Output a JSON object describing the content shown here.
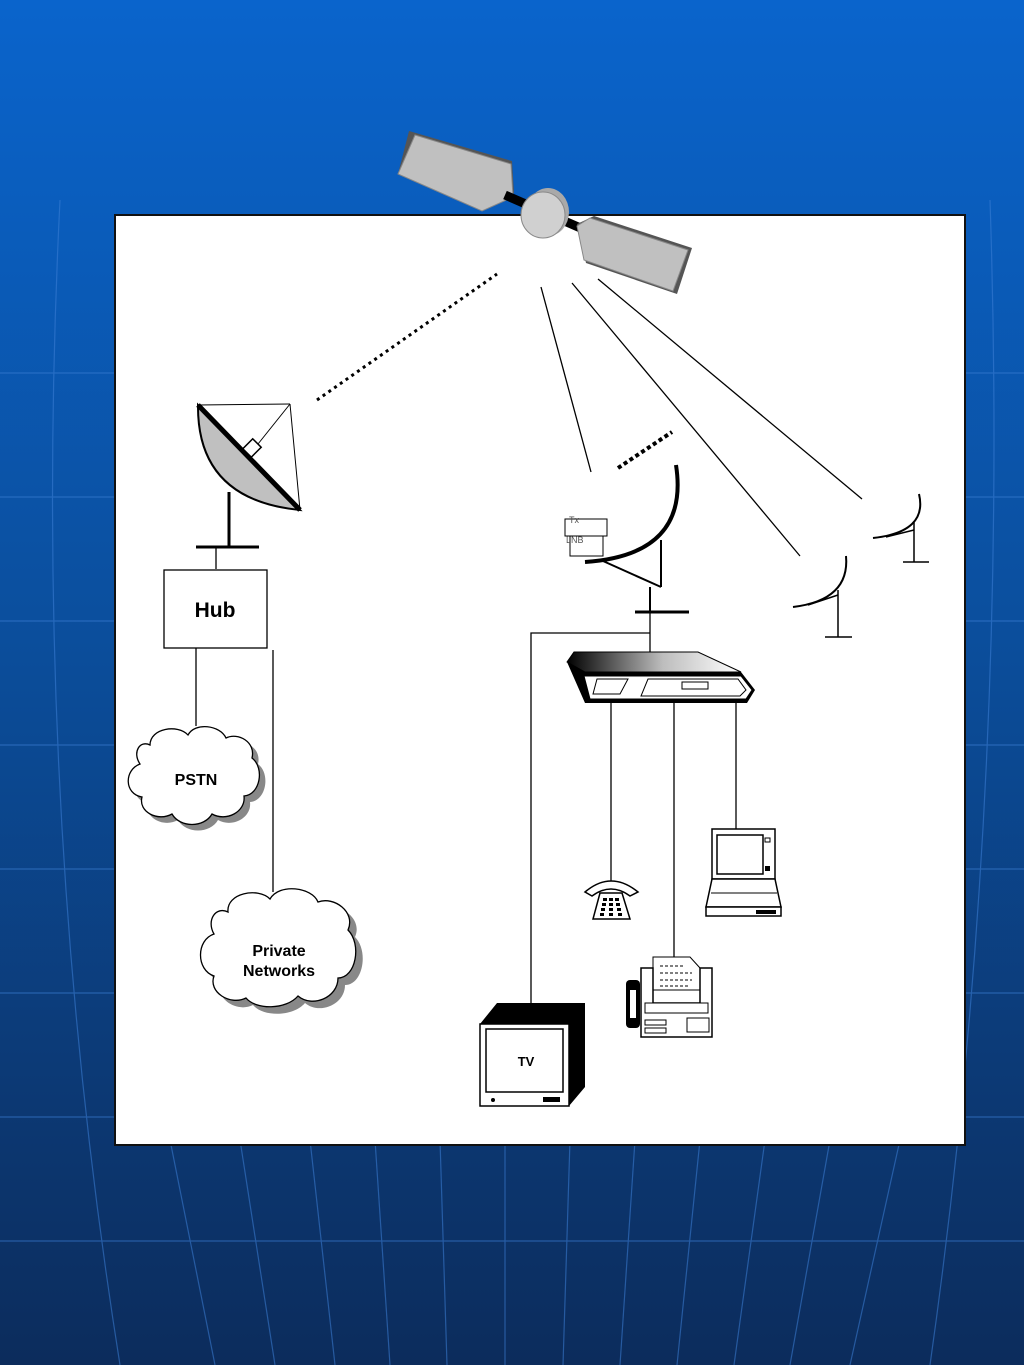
{
  "labels": {
    "hub": "Hub",
    "pstn": "PSTN",
    "private_line1": "Private",
    "private_line2": "Networks",
    "tx": "Tx",
    "lnb": "LNB",
    "tv": "TV"
  },
  "colors": {
    "background_top": "#0a5fc6",
    "background_bottom": "#0d2f63",
    "panel": "#ffffff",
    "panel_fill_gray": "#c0c0c0"
  },
  "icons": [
    "satellite-icon",
    "hub-dish-icon",
    "vsat-dish-icon",
    "remote-dish-icon",
    "modem-icon",
    "telephone-icon",
    "laptop-icon",
    "fax-icon",
    "tv-icon",
    "cloud-icon"
  ]
}
